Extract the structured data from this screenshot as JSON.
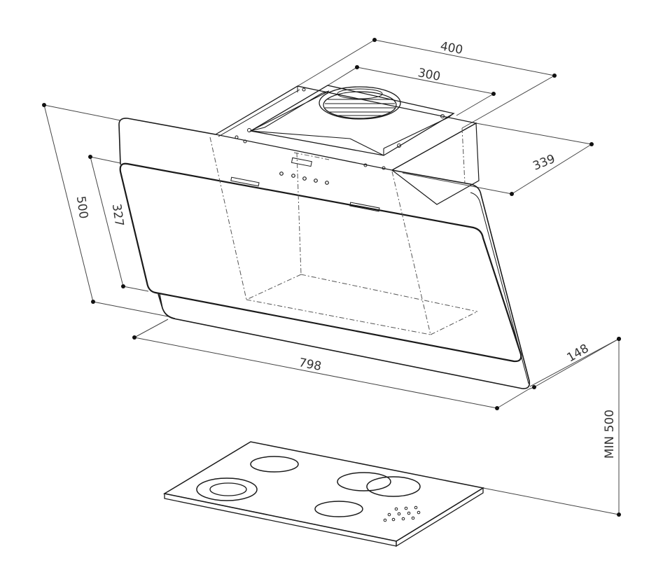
{
  "dimensions": {
    "width_total": "400",
    "width_chimney": "300",
    "depth_top": "339",
    "height_total": "500",
    "height_glass": "327",
    "width_hood": "798",
    "depth_bottom": "148",
    "min_clearance": "MIN 500"
  },
  "colors": {
    "line": "#1a1a1a",
    "dimension_text": "#333333",
    "background": "#ffffff"
  }
}
